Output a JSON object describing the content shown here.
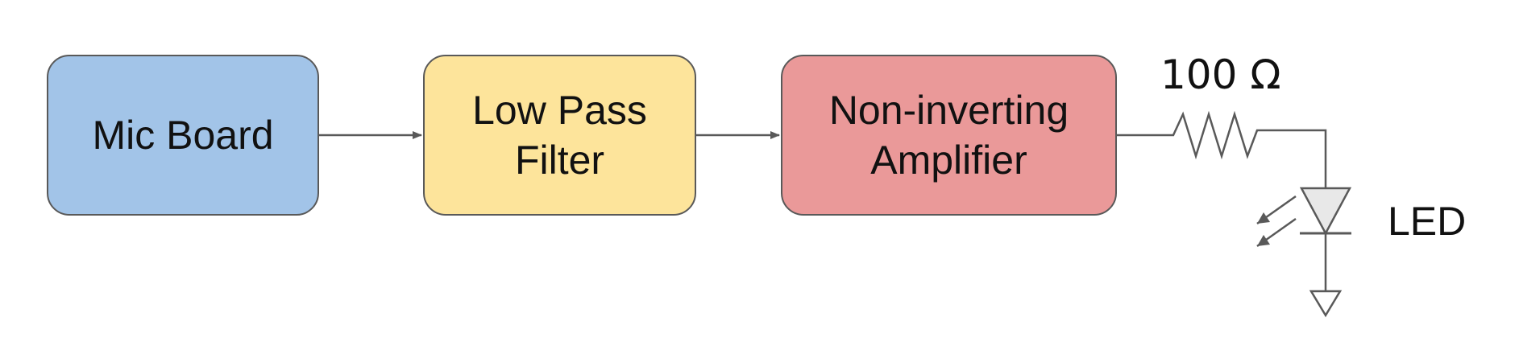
{
  "blocks": {
    "mic": {
      "label": "Mic Board",
      "color": "#a2c4e8"
    },
    "lpf": {
      "label": "Low Pass\nFilter",
      "color": "#fde49b"
    },
    "amp": {
      "label": "Non-inverting\nAmplifier",
      "color": "#ea9999"
    }
  },
  "components": {
    "resistor_label": "100 Ω",
    "led_label": "LED"
  },
  "colors": {
    "stroke": "#595959",
    "led_fill": "#e8e8e8"
  }
}
